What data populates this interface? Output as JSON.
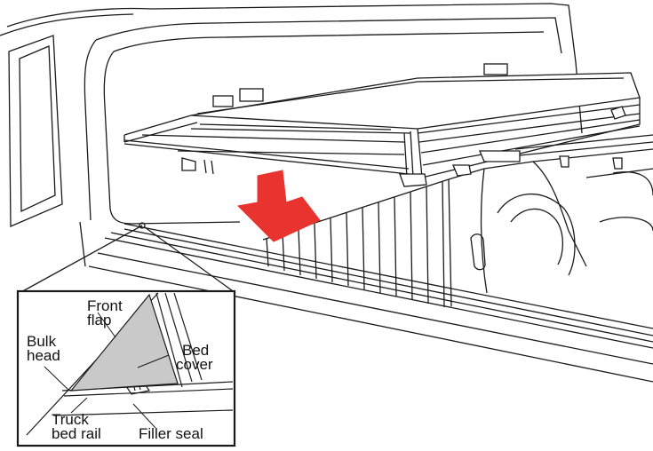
{
  "colors": {
    "arrow": "#e8332f",
    "flap": "#c9c9c9",
    "line": "#1a1a1a",
    "background": "#ffffff"
  },
  "callout": {
    "labels": {
      "front_flap": [
        "Front",
        "flap"
      ],
      "bulk_head": [
        "Bulk",
        "head"
      ],
      "bed_cover": [
        "Bed",
        "cover"
      ],
      "truck_bed_rail": [
        "Truck",
        "bed rail"
      ],
      "filler_seal": "Filler seal"
    }
  },
  "icons": {
    "down_arrow": "down-right-arrow-icon"
  }
}
